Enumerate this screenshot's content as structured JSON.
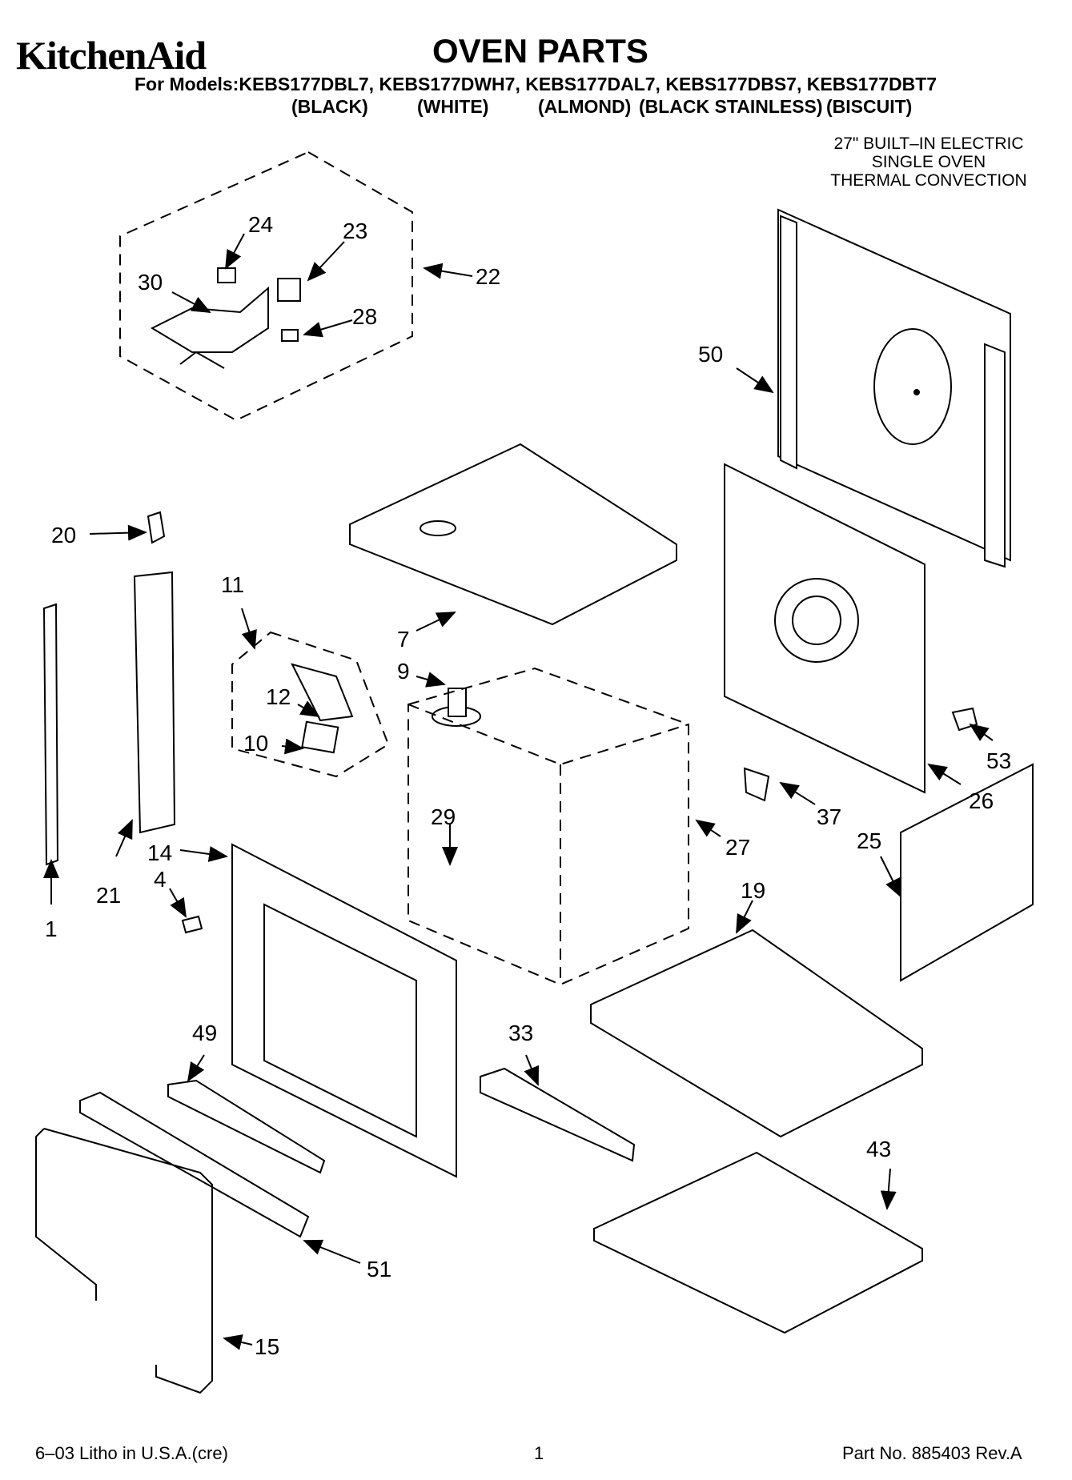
{
  "header": {
    "brand": "KitchenAid",
    "title": "OVEN PARTS",
    "models_line": "For Models:KEBS177DBL7, KEBS177DWH7, KEBS177DAL7, KEBS177DBS7, KEBS177DBT7",
    "colors": [
      "(BLACK)",
      "(WHITE)",
      "(ALMOND)",
      "(BLACK STAINLESS)",
      "(BISCUIT)"
    ]
  },
  "product": {
    "line1": "27\" BUILT–IN ELECTRIC",
    "line2": "SINGLE OVEN",
    "line3": "THERMAL CONVECTION"
  },
  "callouts": [
    "24",
    "23",
    "30",
    "22",
    "28",
    "50",
    "20",
    "11",
    "7",
    "9",
    "12",
    "10",
    "53",
    "26",
    "37",
    "29",
    "27",
    "25",
    "14",
    "4",
    "21",
    "1",
    "19",
    "49",
    "33",
    "43",
    "51",
    "15"
  ],
  "footer": {
    "litho": "6–03 Litho in U.S.A.(cre)",
    "page": "1",
    "part_no": "Part No. 885403 Rev.A"
  }
}
